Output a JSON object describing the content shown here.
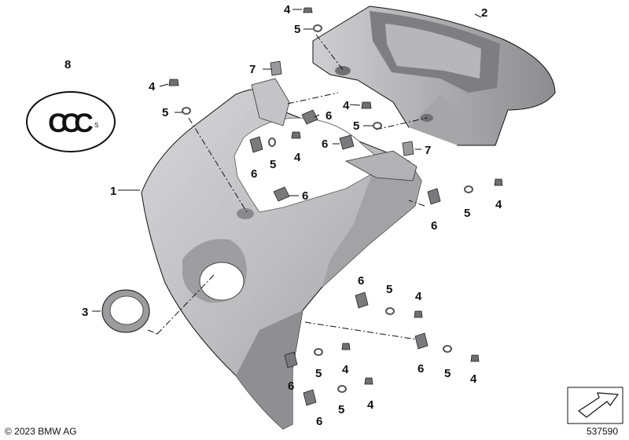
{
  "diagram": {
    "callouts": {
      "c1": "1",
      "c2": "2",
      "c3": "3",
      "c8": "8",
      "c4": "4",
      "c5": "5",
      "c6": "6",
      "c7": "7"
    },
    "ccc_mark": {
      "letters": "CCC",
      "suffix": "S"
    },
    "copyright": "© 2023 BMW AG",
    "document_number": "537590"
  },
  "colors": {
    "panel_light": "#c9c9cb",
    "panel_mid": "#a9a9ab",
    "panel_dark": "#8c8c8e",
    "outline": "#111111"
  },
  "icons": [
    "ccc-certification-icon",
    "navigation-arrow-icon",
    "screw-icon",
    "washer-icon",
    "clip-nut-icon"
  ]
}
